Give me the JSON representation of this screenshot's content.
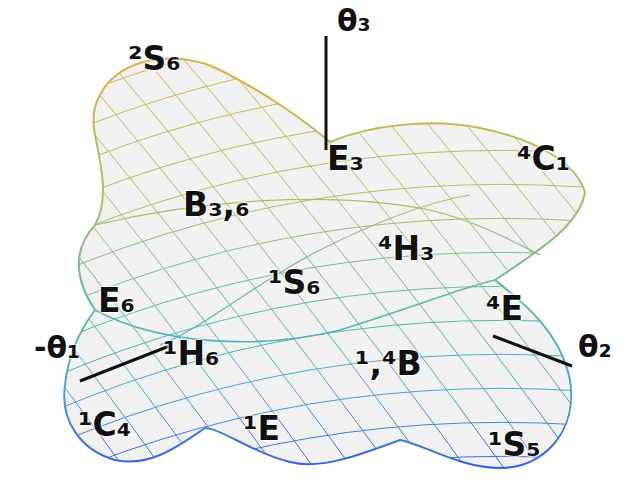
{
  "diagram": {
    "labels": [
      "θ₃",
      "²S₆",
      "E₃",
      "⁴C₁",
      "B₃,₆",
      "⁴H₃",
      "¹S₆",
      "E₆",
      "⁴E",
      "-θ₁",
      "θ₂",
      "¹H₆",
      "¹,⁴B",
      "¹C₄",
      "¹E",
      "¹S₅"
    ]
  }
}
